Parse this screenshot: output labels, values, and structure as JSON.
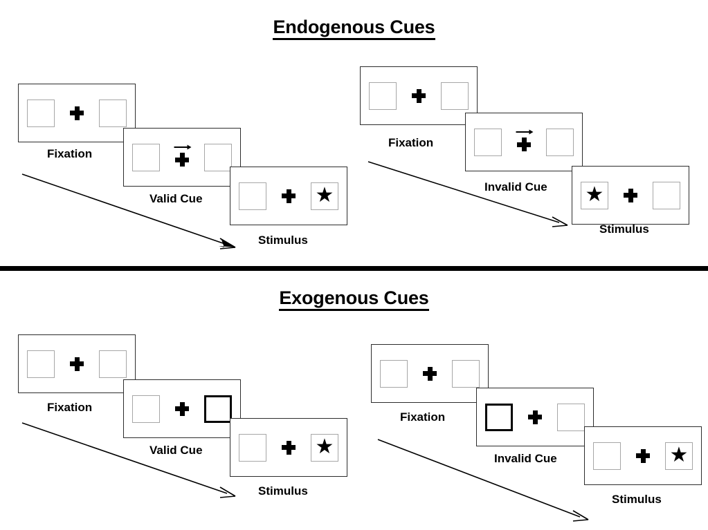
{
  "sections": [
    {
      "id": "endogenous",
      "title": "Endogenous Cues",
      "groups": [
        {
          "id": "endogenous-valid",
          "condition": "valid",
          "panels": [
            {
              "caption": "Fixation",
              "left_content": "empty",
              "right_content": "empty",
              "arrow_cue": "none",
              "cued_side": "none"
            },
            {
              "caption": "Valid Cue",
              "left_content": "empty",
              "right_content": "empty",
              "arrow_cue": "right",
              "cued_side": "none"
            },
            {
              "caption": "Stimulus",
              "left_content": "empty",
              "right_content": "star",
              "arrow_cue": "none",
              "cued_side": "none"
            }
          ]
        },
        {
          "id": "endogenous-invalid",
          "condition": "invalid",
          "panels": [
            {
              "caption": "Fixation",
              "left_content": "empty",
              "right_content": "empty",
              "arrow_cue": "none",
              "cued_side": "none"
            },
            {
              "caption": "Invalid Cue",
              "left_content": "empty",
              "right_content": "empty",
              "arrow_cue": "right",
              "cued_side": "none"
            },
            {
              "caption": "Stimulus",
              "left_content": "star",
              "right_content": "empty",
              "arrow_cue": "none",
              "cued_side": "none"
            }
          ]
        }
      ]
    },
    {
      "id": "exogenous",
      "title": "Exogenous Cues",
      "groups": [
        {
          "id": "exogenous-valid",
          "condition": "valid",
          "panels": [
            {
              "caption": "Fixation",
              "left_content": "empty",
              "right_content": "empty",
              "arrow_cue": "none",
              "cued_side": "none"
            },
            {
              "caption": "Valid Cue",
              "left_content": "empty",
              "right_content": "empty",
              "arrow_cue": "none",
              "cued_side": "right"
            },
            {
              "caption": "Stimulus",
              "left_content": "empty",
              "right_content": "star",
              "arrow_cue": "none",
              "cued_side": "none"
            }
          ]
        },
        {
          "id": "exogenous-invalid",
          "condition": "invalid",
          "panels": [
            {
              "caption": "Fixation",
              "left_content": "empty",
              "right_content": "empty",
              "arrow_cue": "none",
              "cued_side": "none"
            },
            {
              "caption": "Invalid Cue",
              "left_content": "empty",
              "right_content": "empty",
              "arrow_cue": "none",
              "cued_side": "left"
            },
            {
              "caption": "Stimulus",
              "left_content": "empty",
              "right_content": "star",
              "arrow_cue": "none",
              "cued_side": "none"
            }
          ]
        }
      ]
    }
  ],
  "glyphs": {
    "star": "★"
  },
  "colors": {
    "ink": "#000000",
    "panel_border": "#2b2b2b",
    "box_border": "#a6a6a6",
    "cued_box_border": "#000000",
    "background": "#ffffff"
  }
}
